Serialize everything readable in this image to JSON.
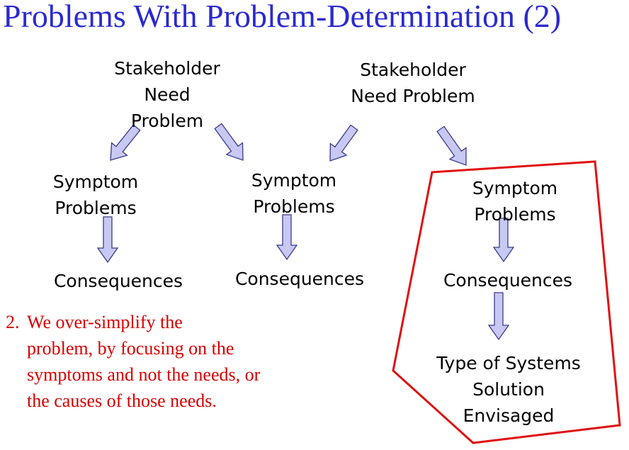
{
  "title": "Problems With Problem-Determination (2)",
  "nodes": {
    "need1": [
      "Stakeholder",
      "Need",
      "Problem"
    ],
    "need2": [
      "Stakeholder",
      "Need  Problem"
    ],
    "symptom1": [
      "Symptom",
      "Problems"
    ],
    "symptom2": [
      "Symptom",
      "Problems"
    ],
    "symptom3": [
      "Symptom",
      "Problems"
    ],
    "consequence1": [
      "Consequences"
    ],
    "consequence2": [
      "Consequences"
    ],
    "consequence3": [
      "Consequences"
    ],
    "solution": [
      "Type of Systems",
      "Solution",
      "Envisaged"
    ]
  },
  "note": {
    "number": "2.",
    "lines": [
      "We over-simplify  the",
      "problem, by focusing  on the",
      "symptoms  and not the needs, or",
      "the causes of those needs."
    ]
  },
  "colors": {
    "title": "#2a2ad0",
    "arrow_fill": "#c7c9f2",
    "arrow_stroke": "#3a3a8c",
    "highlight": "#e01010",
    "note": "#d90000"
  }
}
